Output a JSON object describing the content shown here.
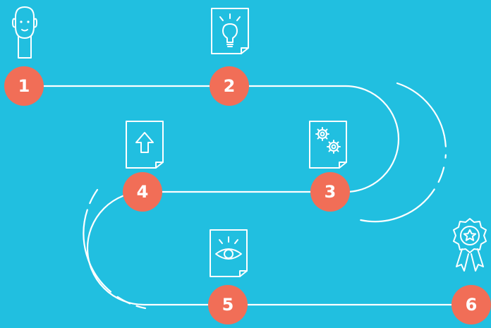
{
  "diagram": {
    "colors": {
      "background": "#21bfe0",
      "marker": "#f16e57",
      "line": "#ffffff"
    },
    "steps": [
      {
        "label": "1",
        "icon": "person-face-icon"
      },
      {
        "label": "2",
        "icon": "lightbulb-document-icon"
      },
      {
        "label": "3",
        "icon": "gears-document-icon"
      },
      {
        "label": "4",
        "icon": "upload-arrow-document-icon"
      },
      {
        "label": "5",
        "icon": "eye-document-icon"
      },
      {
        "label": "6",
        "icon": "award-ribbon-icon"
      }
    ]
  }
}
